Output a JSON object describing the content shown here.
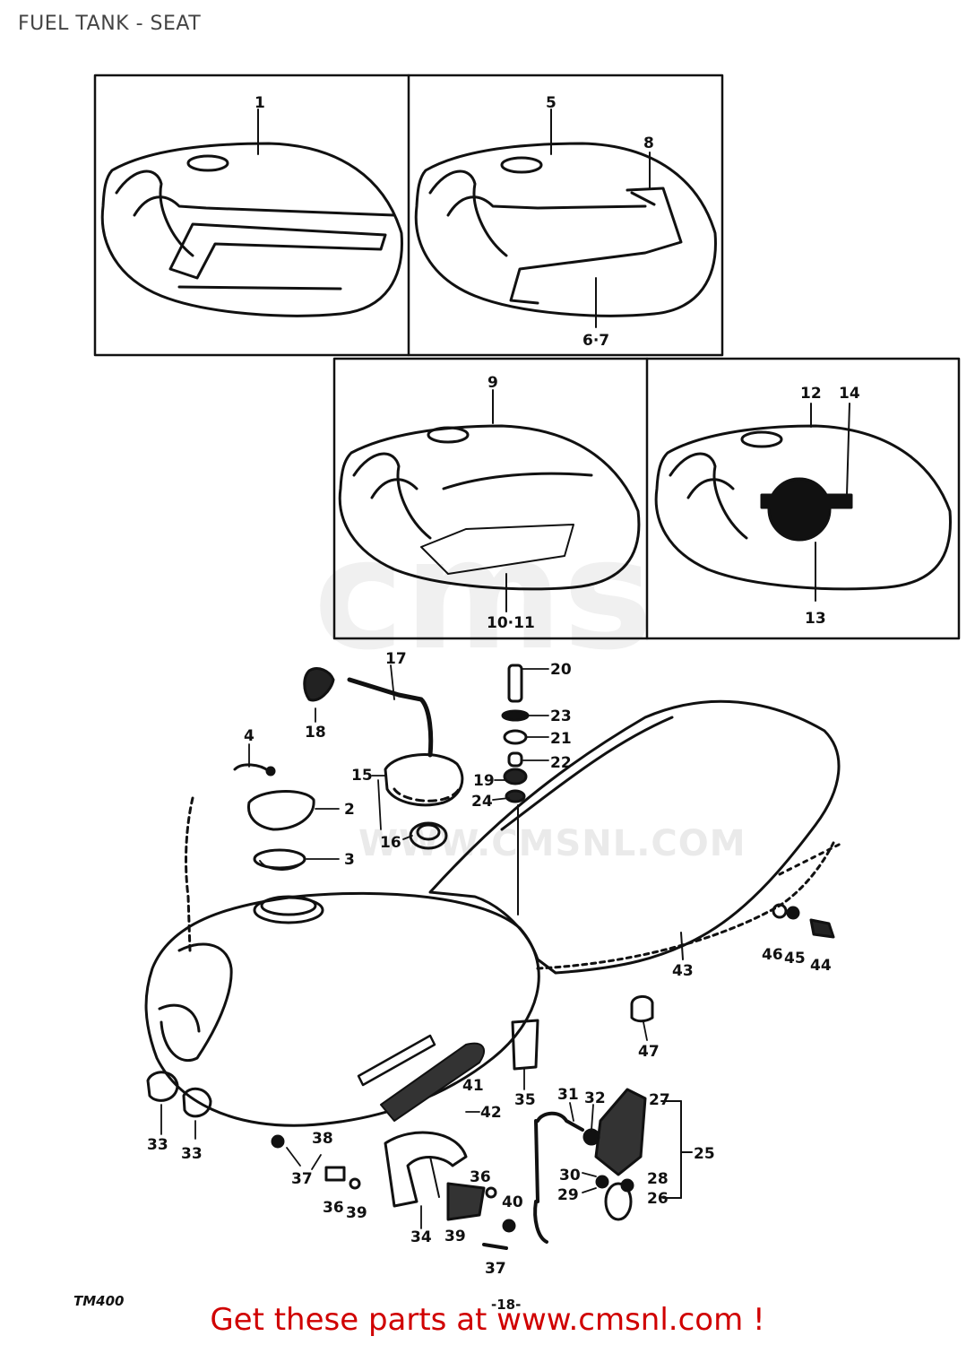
{
  "title": "FUEL TANK - SEAT",
  "footer": {
    "link_text": "Get these parts at www.cmsnl.com !"
  },
  "watermark": {
    "text": "WWW.CMSNL.COM",
    "logo": "cms"
  },
  "page_number": "-18-",
  "model_code": "TM400",
  "labels": {
    "l1": "1",
    "l5": "5",
    "l8": "8",
    "l67": "6·7",
    "l9": "9",
    "l1011": "10·11",
    "l12": "12",
    "l14": "14",
    "l13": "13",
    "l17": "17",
    "l18": "18",
    "l20": "20",
    "l23": "23",
    "l21": "21",
    "l22": "22",
    "l19": "19",
    "l24": "24",
    "l15": "15",
    "l16": "16",
    "l4": "4",
    "l2": "2",
    "l3": "3",
    "l43": "43",
    "l46": "46",
    "l45": "45",
    "l44": "44",
    "l47": "47",
    "l41": "41",
    "l42": "42",
    "l35": "35",
    "l33a": "33",
    "l33b": "33",
    "l38": "38",
    "l37a": "37",
    "l36a": "36",
    "l39a": "39",
    "l34": "34",
    "l36b": "36",
    "l40": "40",
    "l39b": "39",
    "l37b": "37",
    "l31": "31",
    "l32": "32",
    "l27": "27",
    "l25": "25",
    "l28": "28",
    "l30": "30",
    "l29": "29",
    "l26": "26"
  },
  "colors": {
    "footer": "#d00000",
    "line": "#111111"
  }
}
